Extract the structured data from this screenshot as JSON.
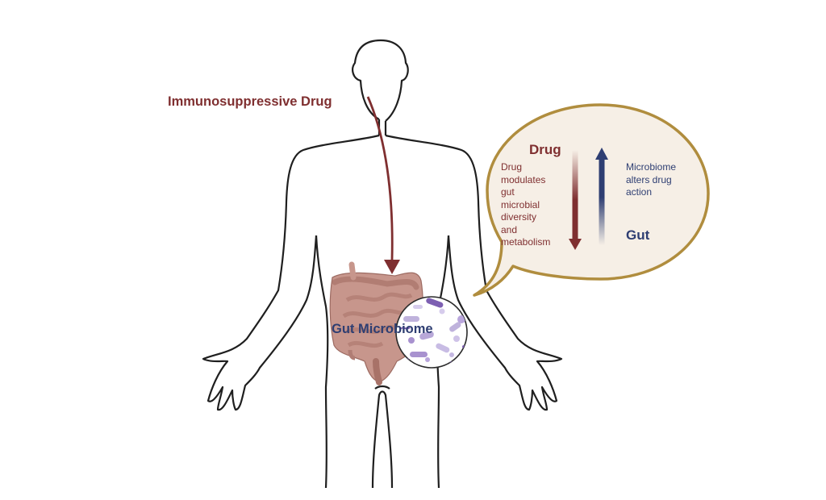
{
  "colors": {
    "drug_red": "#7f2f30",
    "gut_blue": "#2e3e72",
    "body_outline": "#1f1f1f",
    "bubble_fill": "#f6efe6",
    "bubble_border": "#b08d3e",
    "intestine": "#c7968c",
    "microbe_purple": "#9b88c4"
  },
  "labels": {
    "drug": "Immunosuppressive Drug",
    "gut_microbiome": "Gut Microbiome"
  },
  "bubble": {
    "drug_title": "Drug",
    "drug_desc": "Drug\nmodulates\ngut\nmicrobial\ndiversity\nand\nmetabolism",
    "gut_desc": "Microbiome\nalters drug\naction",
    "gut_title": "Gut"
  },
  "icons": [
    "human-body-outline-icon",
    "intestine-icon",
    "microbiome-magnifier-icon",
    "down-arrow-icon",
    "up-arrow-icon"
  ]
}
